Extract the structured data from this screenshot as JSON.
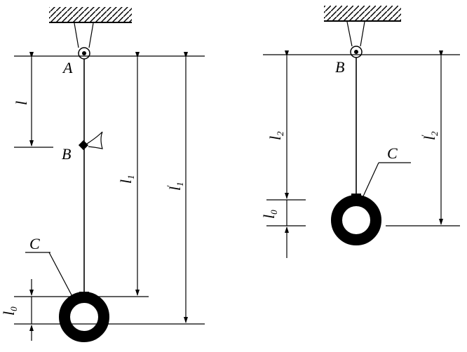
{
  "left_figure": {
    "pivot_label": "A",
    "point_b_label": "B",
    "ring_label": "C",
    "dim_l": {
      "main": "l",
      "sub": ""
    },
    "dim_l1": {
      "main": "l",
      "sub": "1"
    },
    "dim_l1p": {
      "main": "l",
      "sub": "1",
      "prime": "′"
    },
    "dim_l0": {
      "main": "l",
      "sub": "0"
    }
  },
  "right_figure": {
    "pivot_label": "B",
    "ring_label": "C",
    "dim_l2": {
      "main": "l",
      "sub": "2"
    },
    "dim_l2p": {
      "main": "l",
      "sub": "2",
      "prime": "′"
    },
    "dim_l0": {
      "main": "l",
      "sub": "0"
    }
  }
}
